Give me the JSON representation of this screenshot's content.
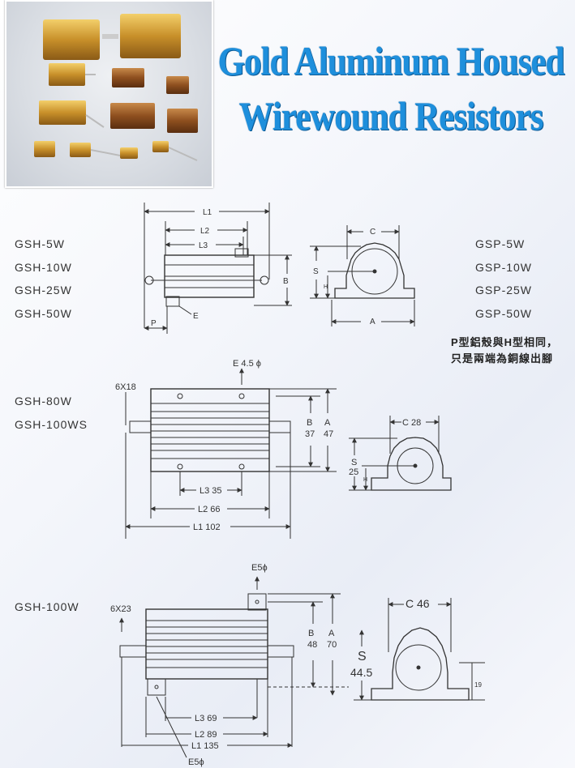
{
  "title": {
    "line1": "Gold Aluminum Housed",
    "line2": "Wirewound Resistors"
  },
  "group1": {
    "left_models": [
      "GSH-5W",
      "GSH-10W",
      "GSH-25W",
      "GSH-50W"
    ],
    "right_models": [
      "GSP-5W",
      "GSP-10W",
      "GSP-25W",
      "GSP-50W"
    ],
    "note_line1": "P型鋁殼與H型相同，",
    "note_line2": "只是兩端為銅線出腳",
    "dims": {
      "L1": "L1",
      "L2": "L2",
      "L3": "L3",
      "B": "B",
      "P": "P",
      "E": "E",
      "C": "C",
      "S": "S",
      "H": "H",
      "A": "A"
    }
  },
  "group2": {
    "models": [
      "GSH-80W",
      "GSH-100WS"
    ],
    "dims": {
      "E": "E 4.5 ϕ",
      "lead": "6X18",
      "B_label": "B",
      "B_value": "37",
      "A_label": "A",
      "A_value": "47",
      "L3": "L3  35",
      "L2": "L2  66",
      "L1": "L1  102",
      "C": "C  28",
      "S_label": "S",
      "S_value": "25",
      "H": "H"
    }
  },
  "group3": {
    "model": "GSH-100W",
    "dims": {
      "E_top": "E5ϕ",
      "lead": "6X23",
      "B_label": "B",
      "B_value": "48",
      "A_label": "A",
      "A_value": "70",
      "S_label": "S",
      "S_value": "44.5",
      "H": "19",
      "C": "C  46",
      "L3": "L3  69",
      "L2": "L2  89",
      "L1": "L1  135",
      "E_bottom": "E5ϕ"
    }
  }
}
